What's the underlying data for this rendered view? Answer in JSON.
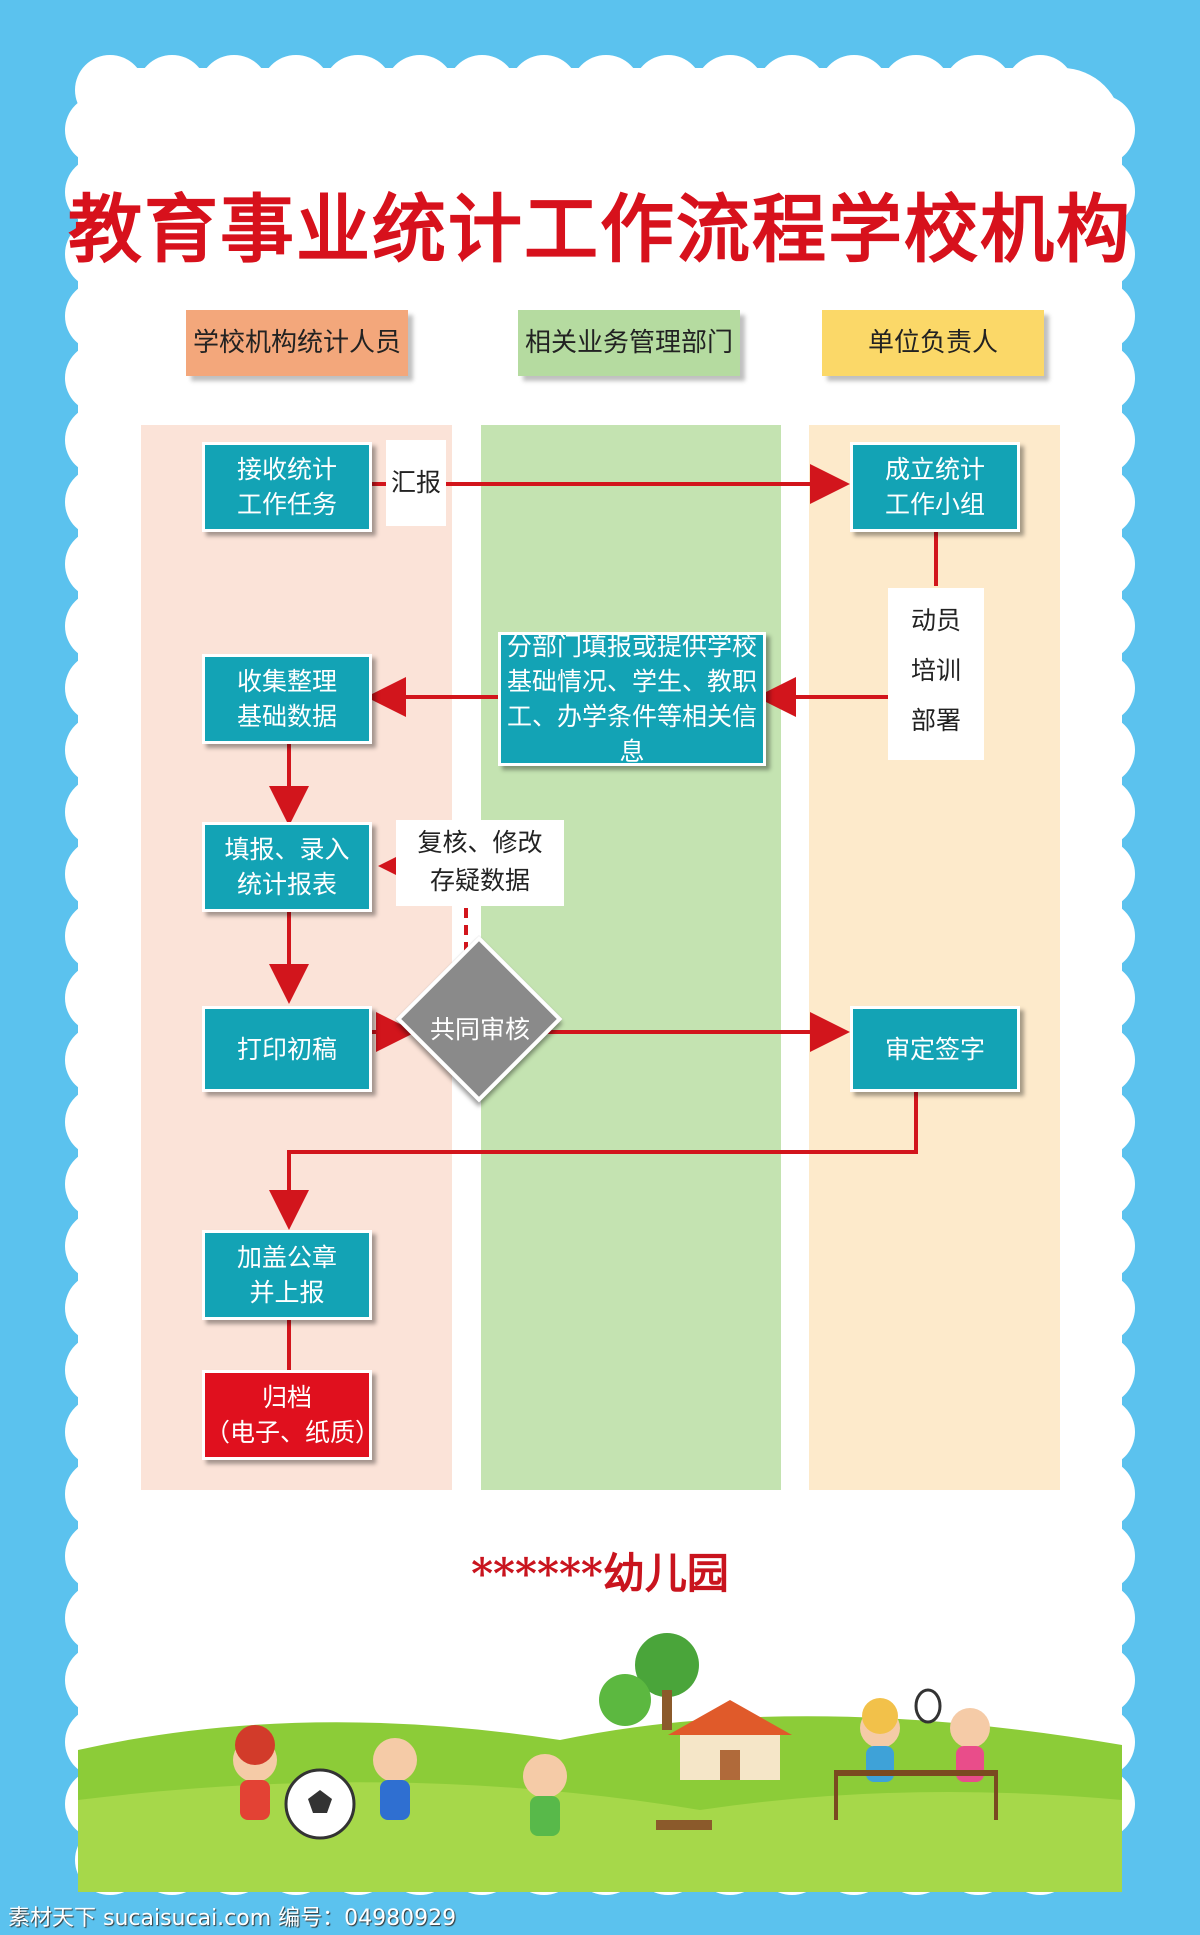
{
  "title": "教育事业统计工作流程学校机构",
  "lanes": [
    {
      "label": "学校机构统计人员",
      "head_color": "#f3a77b",
      "lane_color": "#fbe3d8"
    },
    {
      "label": "相关业务管理部门",
      "head_color": "#b5dba0",
      "lane_color": "#c4e3b1"
    },
    {
      "label": "单位负责人",
      "head_color": "#fbd868",
      "lane_color": "#fdeacb"
    }
  ],
  "nodes": {
    "receive_task": [
      "接收统计",
      "工作任务"
    ],
    "set_up_group": [
      "成立统计",
      "工作小组"
    ],
    "dept_fill": [
      "分部门填报或提供学校",
      "基础情况、学生、教职",
      "工、办学条件等相关信息"
    ],
    "collect_data": [
      "收集整理",
      "基础数据"
    ],
    "fill_report": [
      "填报、录入",
      "统计报表"
    ],
    "print_draft": "打印初稿",
    "joint_review": "共同审核",
    "approve_sign": "审定签字",
    "seal_submit": [
      "加盖公章",
      "并上报"
    ],
    "archive": [
      "归档",
      "（电子、纸质）"
    ]
  },
  "notes": {
    "report": "汇报",
    "mobilize": [
      "动员",
      "培训",
      "部署"
    ],
    "recheck": [
      "复核、修改",
      "存疑数据"
    ]
  },
  "footer": "******幼儿园",
  "watermark": "素材天下 sucaisucai.com  编号：04980929",
  "colors": {
    "background": "#5bc2ee",
    "process_box": "#13a3b5",
    "archive_box": "#e0101e",
    "arrow": "#d2151c",
    "title": "#d7111c",
    "decision": "#8a8a8a"
  }
}
